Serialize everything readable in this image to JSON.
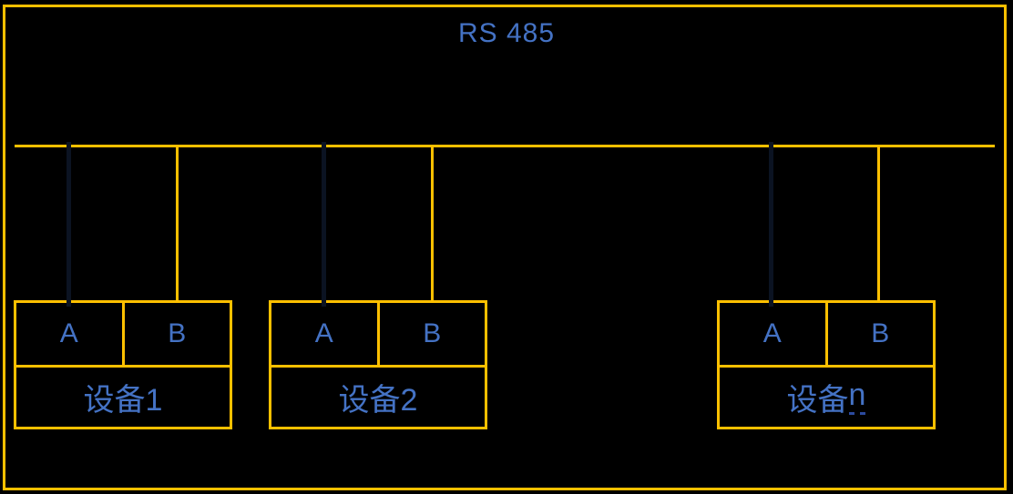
{
  "title": "RS 485",
  "colors": {
    "wire": "#FFC000",
    "label": "#4472C4",
    "background": "#000000"
  },
  "devices": [
    {
      "terminal_a": "A",
      "terminal_b": "B",
      "name": "设备1",
      "name_suffix": ""
    },
    {
      "terminal_a": "A",
      "terminal_b": "B",
      "name": "设备2",
      "name_suffix": ""
    },
    {
      "terminal_a": "A",
      "terminal_b": "B",
      "name": "设备",
      "name_suffix": "n"
    }
  ]
}
